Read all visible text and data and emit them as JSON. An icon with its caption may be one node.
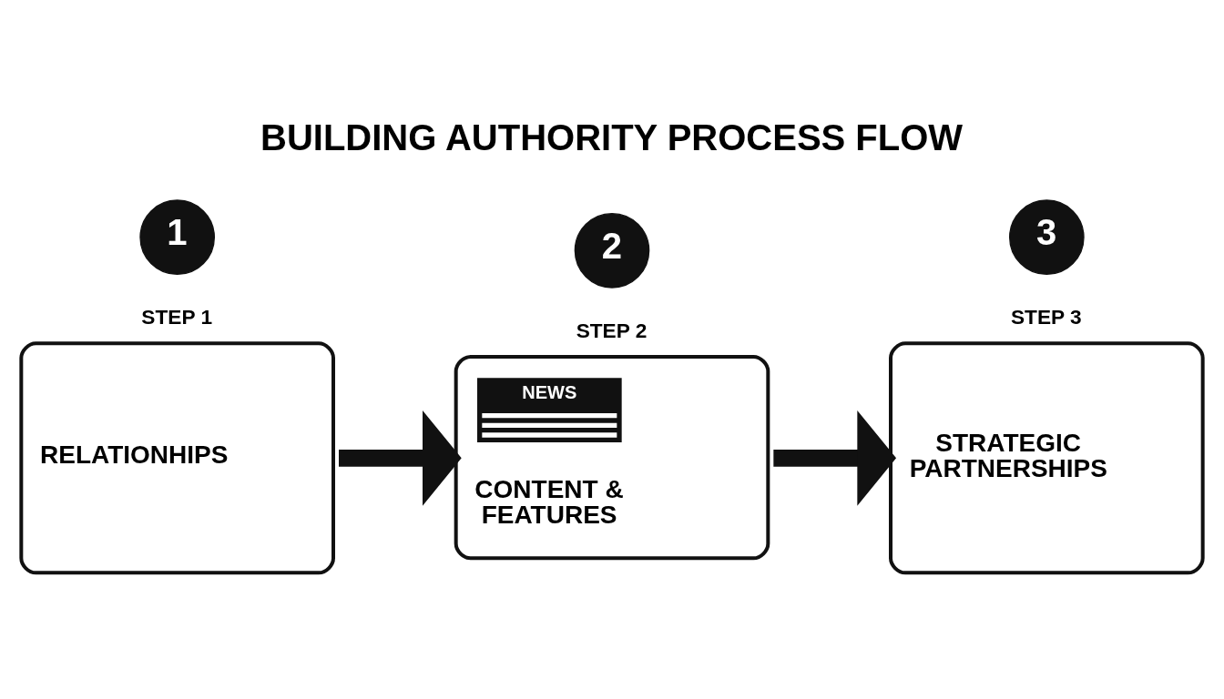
{
  "diagram": {
    "title": "BUILDING AUTHORITY PROCESS FLOW",
    "nodes": [
      {
        "text": [
          "1"
        ]
      },
      {
        "text": [
          "STEP 1",
          "RELATIONHIPS"
        ]
      },
      {
        "text": [
          "2"
        ]
      },
      {
        "text": [
          "STEP 2",
          "NEWS",
          "CONTENT & FEATURES"
        ]
      },
      {
        "text": [
          "3"
        ]
      },
      {
        "text": [
          "STEP 3",
          "STRATEGIC PARTNERSHIPS"
        ]
      }
    ],
    "edges": [
      {
        "from": 1,
        "to": 3,
        "arrow": "to"
      },
      {
        "from": 3,
        "to": 5,
        "arrow": "to"
      }
    ]
  }
}
